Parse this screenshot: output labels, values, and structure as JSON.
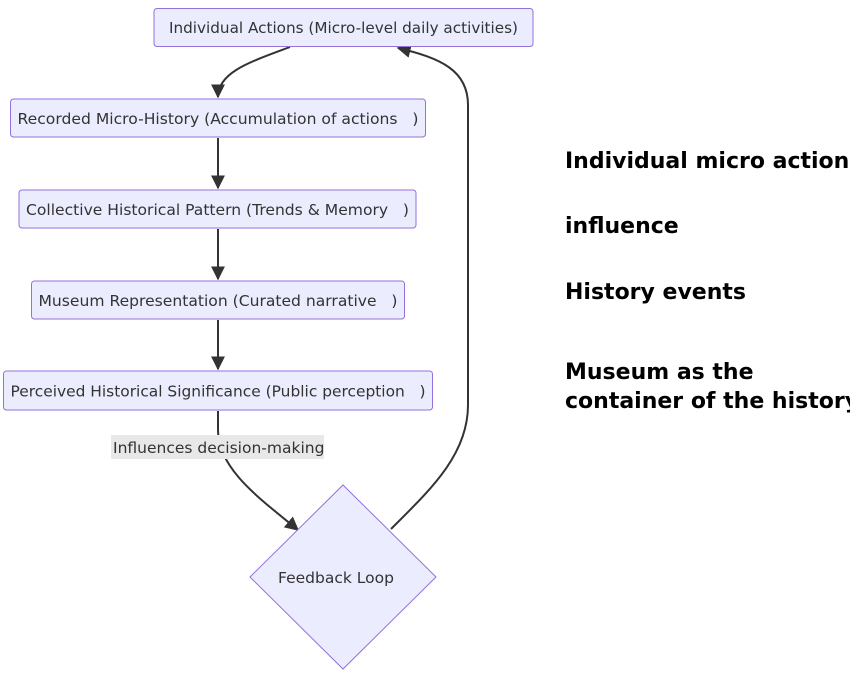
{
  "diagram": {
    "nodes": {
      "individual_actions": "Individual Actions (Micro-level daily activities)",
      "recorded_micro_history": "Recorded Micro-History (Accumulation of actions   )",
      "collective_pattern": "Collective Historical Pattern (Trends & Memory   )",
      "museum_representation": "Museum Representation (Curated narrative   )",
      "perceived_significance": "Perceived Historical Significance (Public perception   )",
      "feedback_loop": "Feedback Loop"
    },
    "edge_labels": {
      "influences": "Influences decision-making"
    },
    "colors": {
      "node_fill": "#ececff",
      "node_stroke": "#9370db",
      "edge": "#333333",
      "edge_label_bg": "#e8e8e8"
    }
  },
  "notes": {
    "line1": "Individual micro actions",
    "line2": "influence",
    "line3": "History events",
    "line4a": "Museum as the",
    "line4b": "container of the history"
  }
}
